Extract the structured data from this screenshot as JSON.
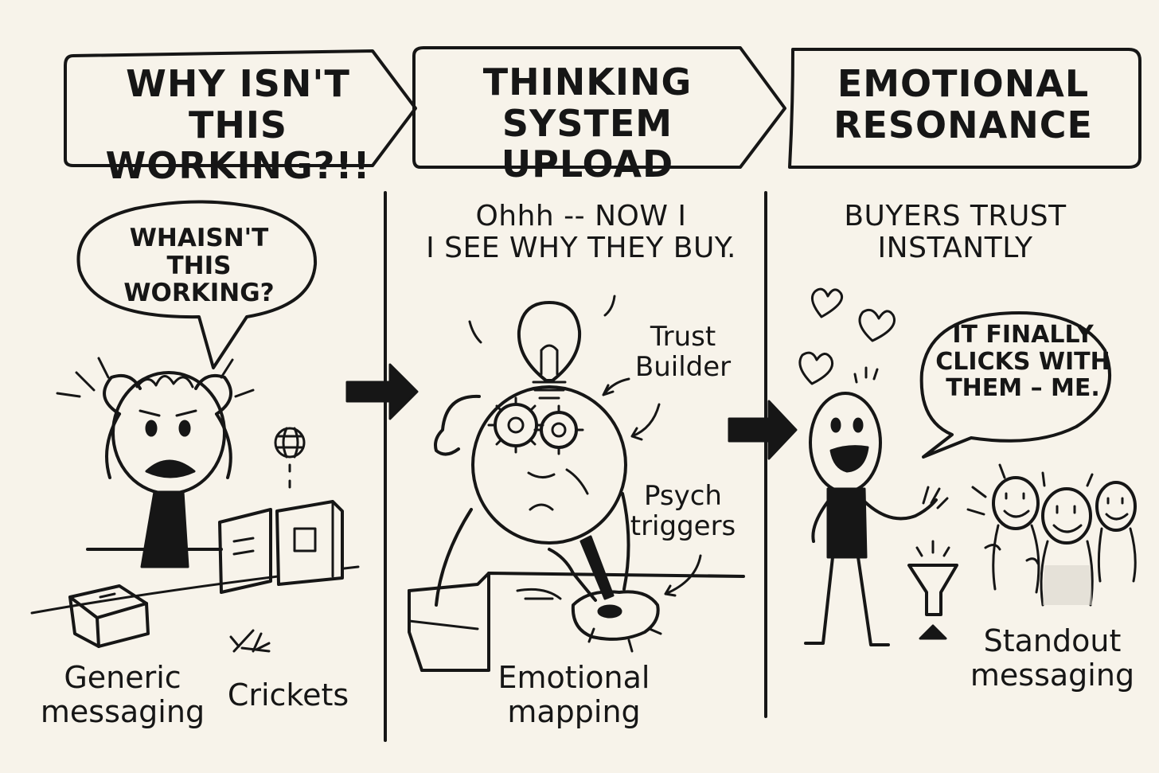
{
  "panels": [
    {
      "title": "WHY ISN'T\nTHIS WORKING?!!",
      "bubble": "WHAISN'T\nTHIS WORKING?",
      "labels": [
        "Generic\nmessaging",
        "Crickets"
      ]
    },
    {
      "title": "THINKING\nSYSTEM UPLOAD",
      "subtitle": "Ohhh -- NOW I\nI SEE WHY THEY BUY.",
      "labels": [
        "Trust\nBuilder",
        "Psych\ntriggers",
        "Emotional\nmapping"
      ]
    },
    {
      "title": "EMOTIONAL\nRESONANCE",
      "subtitle": "BUYERS TRUST\nINSTANTLY",
      "bubble": "IT FINALLY\nCLICKS WITH\nTHEM – ME.",
      "labels": [
        "Standout\nmessaging"
      ]
    }
  ],
  "icons": {
    "arrow_1": "arrow-right-icon",
    "arrow_2": "arrow-right-icon",
    "lightbulb": "lightbulb-icon",
    "gears": "gear-icon",
    "hearts": "heart-icon",
    "funnel": "funnel-icon",
    "globe": "globe-icon"
  },
  "colors": {
    "ink": "#161616",
    "paper": "#f7f3ea",
    "shade": "#d9d5cc"
  }
}
